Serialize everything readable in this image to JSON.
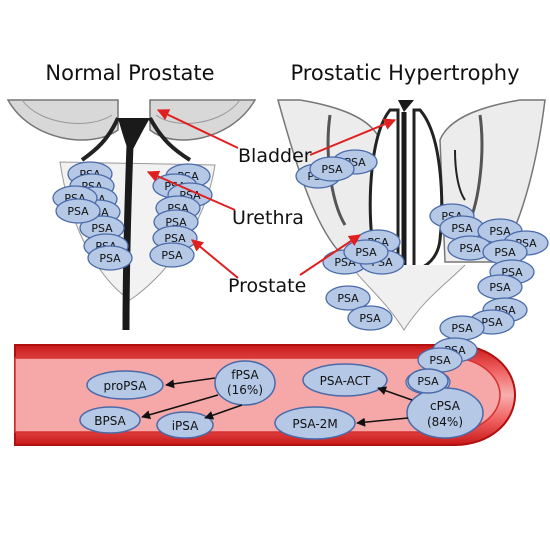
{
  "titles": {
    "normal": "Normal Prostate",
    "hypertrophy": "Prostatic Hypertrophy"
  },
  "labels": {
    "bladder": "Bladder",
    "urethra": "Urethra",
    "prostate": "Prostate"
  },
  "psa_label": "PSA",
  "blood": {
    "fpsa_line1": "fPSA",
    "fpsa_line2": "(16%)",
    "cpsa_line1": "cPSA",
    "cpsa_line2": "(84%)",
    "propsa": "proPSA",
    "bpsa": "BPSA",
    "ipsa": "iPSA",
    "psa_act": "PSA-ACT",
    "psa_2m": "PSA-2M",
    "psa": "PSA"
  },
  "colors": {
    "ellipse_fill": "#b5c8e6",
    "ellipse_stroke": "#4a6aa8",
    "arrow_red": "#e02020",
    "vessel_red": "#e22a2a",
    "vessel_light": "#f4a0a0"
  }
}
